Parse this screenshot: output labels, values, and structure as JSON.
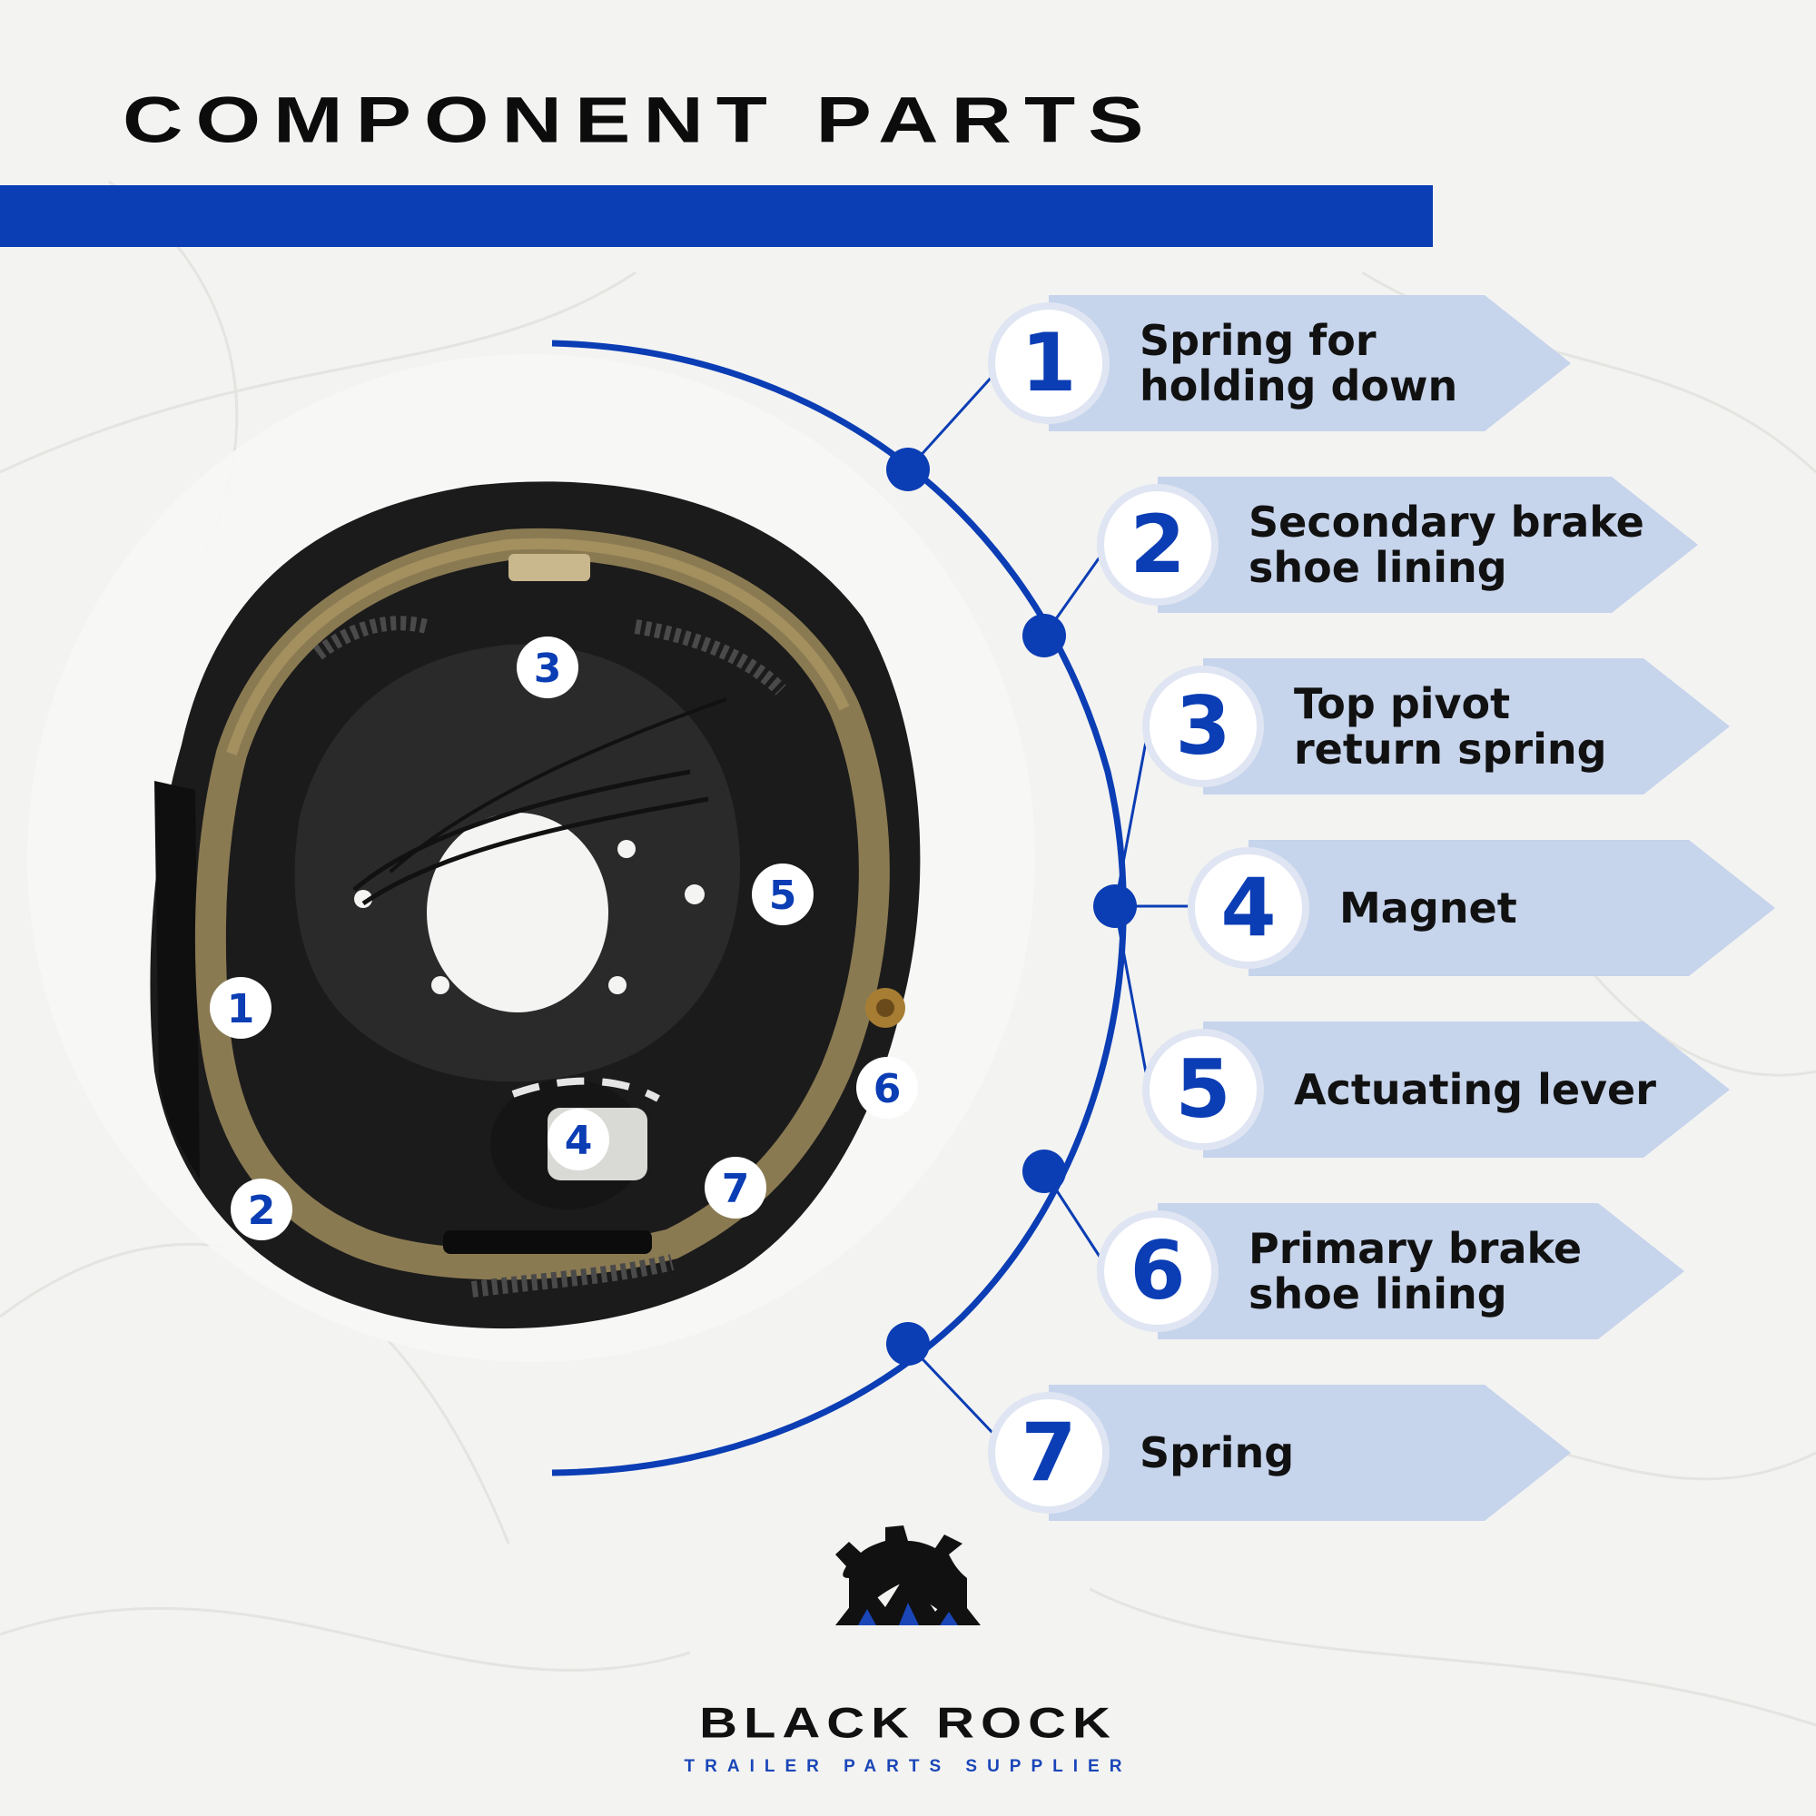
{
  "title": "COMPONENT PARTS",
  "colors": {
    "accent": "#0b3db4",
    "pill": "#c6d4ec",
    "circle_text": "#0b3db4"
  },
  "components": [
    {
      "number": "1",
      "label": "Spring for\nholding down"
    },
    {
      "number": "2",
      "label": "Secondary brake\nshoe lining"
    },
    {
      "number": "3",
      "label": "Top pivot\nreturn spring"
    },
    {
      "number": "4",
      "label": "Magnet"
    },
    {
      "number": "5",
      "label": "Actuating lever"
    },
    {
      "number": "6",
      "label": "Primary brake\nshoe lining"
    },
    {
      "number": "7",
      "label": "Spring"
    }
  ],
  "photo_markers": [
    "3",
    "5",
    "1",
    "6",
    "4",
    "7",
    "2"
  ],
  "brand": {
    "name": "BLACK ROCK",
    "tagline": "TRAILER PARTS SUPPLIER"
  }
}
